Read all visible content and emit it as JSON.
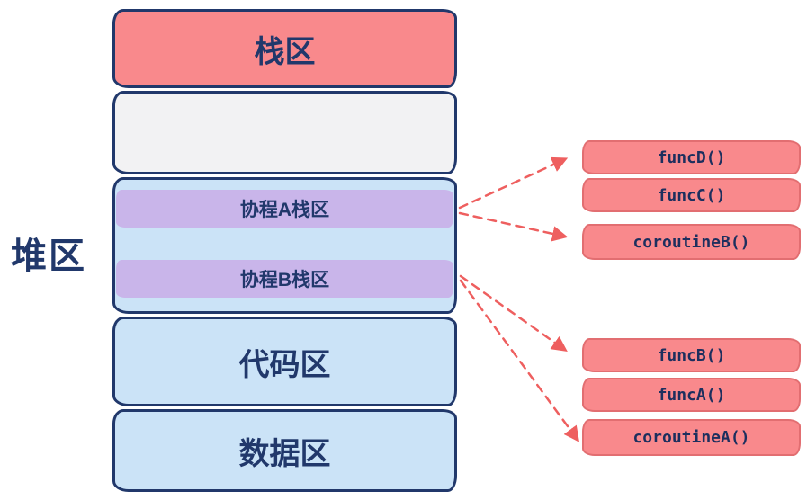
{
  "heap_label": "堆区",
  "memory_map": {
    "stack_region": "栈区",
    "coroutine_a_stack": "协程A栈区",
    "coroutine_b_stack": "协程B栈区",
    "code_region": "代码区",
    "data_region": "数据区"
  },
  "call_stacks": {
    "top": [
      "funcD()",
      "funcC()",
      "coroutineB()"
    ],
    "bottom": [
      "funcB()",
      "funcA()",
      "coroutineA()"
    ]
  },
  "colors": {
    "navy": "#21386b",
    "pink_fill": "#f9898c",
    "pink_border": "#e26e71",
    "blue_fill": "#cbe3f7",
    "purple_fill": "#c9b5ea",
    "gray_fill": "#f2f2f3",
    "arrow_red": "#ee5f5f"
  }
}
